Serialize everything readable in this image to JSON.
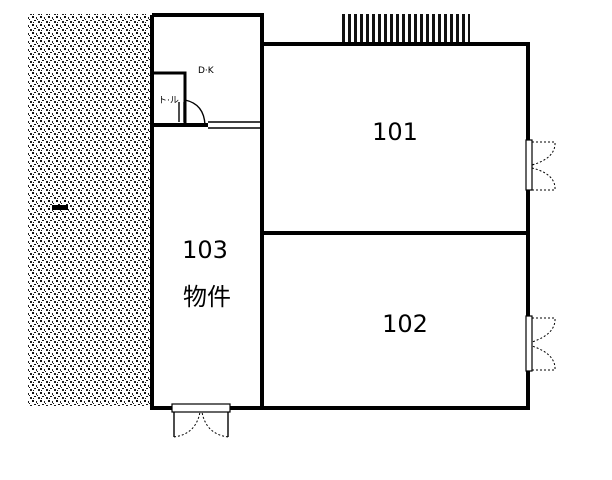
{
  "floorplan": {
    "rooms": {
      "r101": {
        "label": "101"
      },
      "r102": {
        "label": "102"
      },
      "r103": {
        "label": "103",
        "caption": "物件"
      }
    },
    "fixtures": {
      "dk_label": "D·K",
      "toilet_label": "ト·ル"
    }
  },
  "colors": {
    "wall": "#000000",
    "hatch": "#555555",
    "background": "#ffffff"
  }
}
